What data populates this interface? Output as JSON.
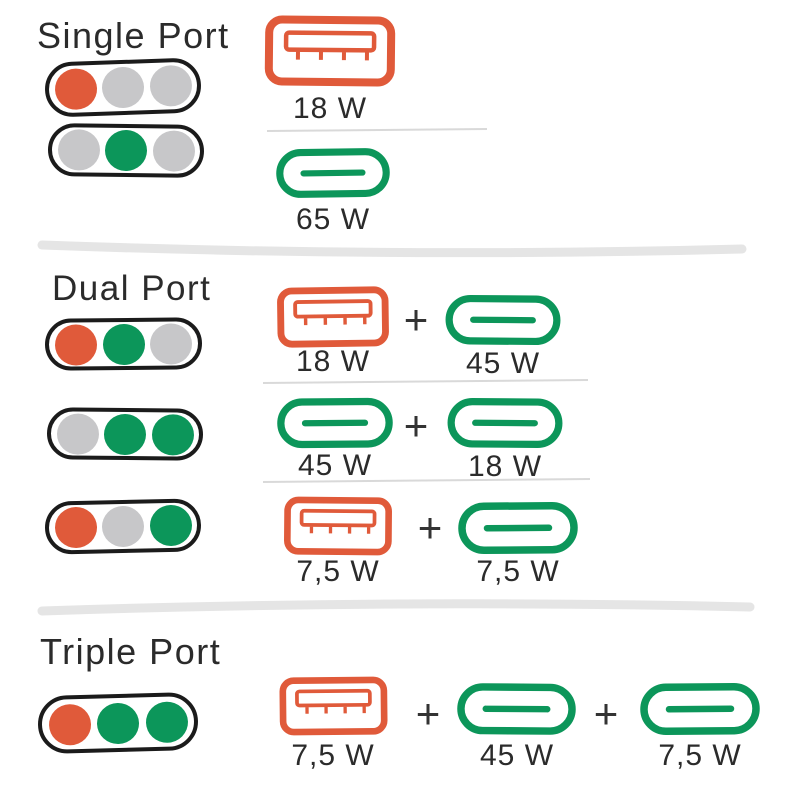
{
  "colors": {
    "orange": "#E05A3A",
    "green": "#0C965A",
    "gray": "#C7C7C9",
    "ink": "#1B1B1B",
    "text": "#2B2B2B",
    "divider-thick": "#E5E5E5",
    "divider-thin": "#D9D9D9"
  },
  "plus": "+",
  "sections": [
    {
      "title": "Single Port",
      "rows": [
        {
          "indicator": [
            "orange",
            "gray",
            "gray"
          ],
          "ports": [
            {
              "type": "usb-a",
              "wattage": "18 W"
            }
          ]
        },
        {
          "indicator": [
            "gray",
            "green",
            "gray"
          ],
          "ports": [
            {
              "type": "usb-c",
              "wattage": "65 W"
            }
          ]
        }
      ]
    },
    {
      "title": "Dual Port",
      "rows": [
        {
          "indicator": [
            "orange",
            "green",
            "gray"
          ],
          "ports": [
            {
              "type": "usb-a",
              "wattage": "18 W"
            },
            {
              "type": "usb-c",
              "wattage": "45 W"
            }
          ]
        },
        {
          "indicator": [
            "gray",
            "green",
            "green"
          ],
          "ports": [
            {
              "type": "usb-c",
              "wattage": "45 W"
            },
            {
              "type": "usb-c",
              "wattage": "18 W"
            }
          ]
        },
        {
          "indicator": [
            "orange",
            "gray",
            "green"
          ],
          "ports": [
            {
              "type": "usb-a",
              "wattage": "7,5 W"
            },
            {
              "type": "usb-c",
              "wattage": "7,5 W"
            }
          ]
        }
      ]
    },
    {
      "title": "Triple Port",
      "rows": [
        {
          "indicator": [
            "orange",
            "green",
            "green"
          ],
          "ports": [
            {
              "type": "usb-a",
              "wattage": "7,5 W"
            },
            {
              "type": "usb-c",
              "wattage": "45 W"
            },
            {
              "type": "usb-c",
              "wattage": "7,5 W"
            }
          ]
        }
      ]
    }
  ]
}
